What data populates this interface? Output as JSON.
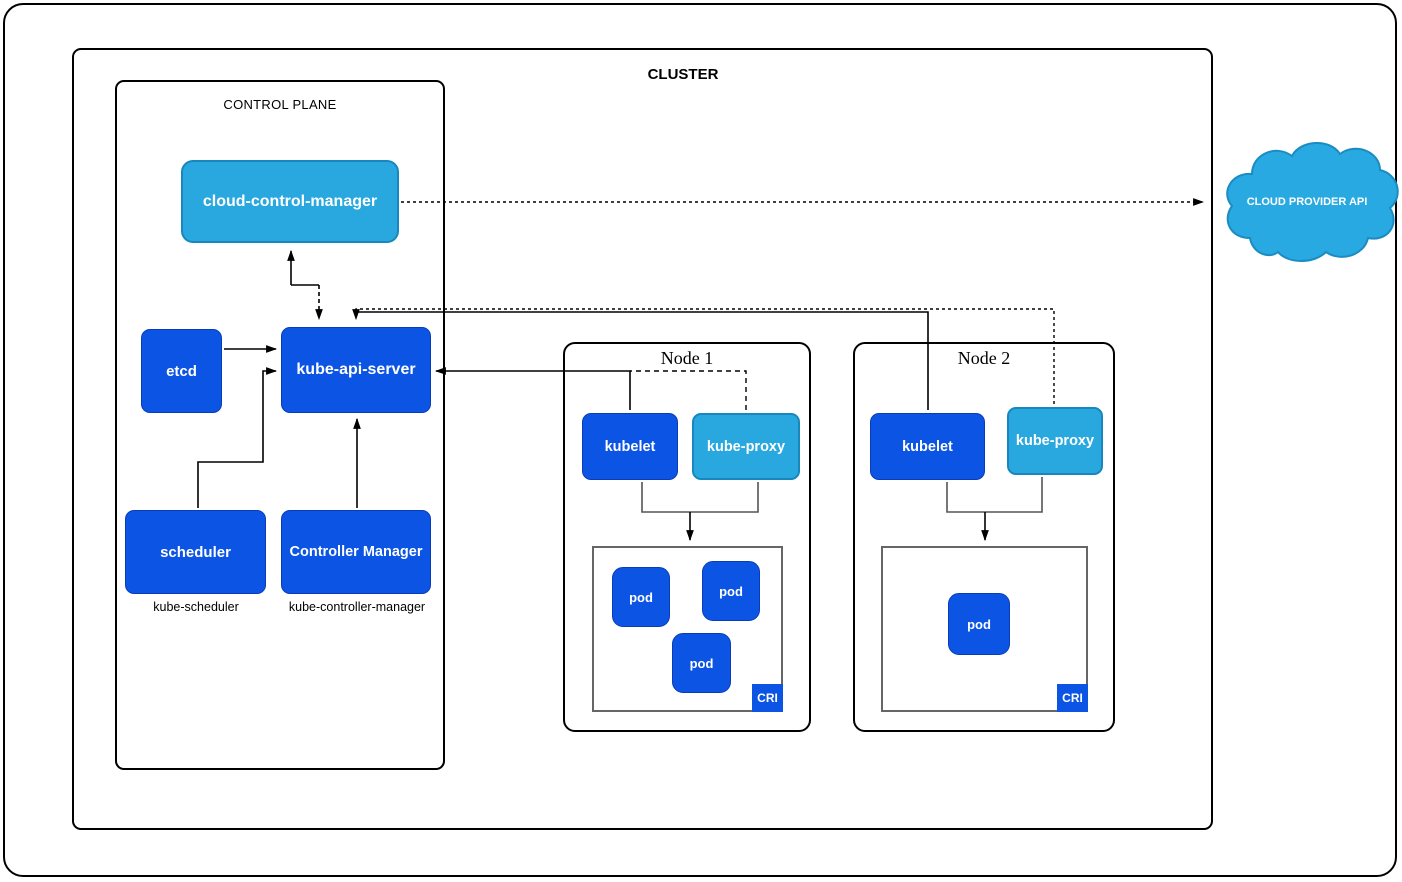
{
  "cluster": {
    "title": "CLUSTER"
  },
  "control_plane": {
    "title": "CONTROL PLANE",
    "cloud_control_manager": {
      "label": "cloud-control-manager"
    },
    "etcd": {
      "label": "etcd"
    },
    "kube_api_server": {
      "label": "kube-api-server"
    },
    "scheduler": {
      "label": "scheduler",
      "caption": "kube-scheduler"
    },
    "controller_manager": {
      "label": "Controller Manager",
      "caption": "kube-controller-manager"
    }
  },
  "nodes": [
    {
      "title": "Node 1",
      "kubelet": "kubelet",
      "kube_proxy": "kube-proxy",
      "cri": "CRI",
      "pods": [
        "pod",
        "pod",
        "pod"
      ]
    },
    {
      "title": "Node 2",
      "kubelet": "kubelet",
      "kube_proxy": "kube-proxy",
      "cri": "CRI",
      "pods": [
        "pod"
      ]
    }
  ],
  "cloud_provider_api": {
    "label": "CLOUD PROVIDER API"
  },
  "colors": {
    "component_blue": "#0C54E4",
    "component_blue_border": "#0A3CB8",
    "component_light_blue": "#29A8E0",
    "component_light_blue_border": "#1887BE",
    "cri_border_gray": "#666666",
    "stem_gray": "#555555",
    "line_black": "#000000",
    "text_white": "#FFFFFF"
  }
}
